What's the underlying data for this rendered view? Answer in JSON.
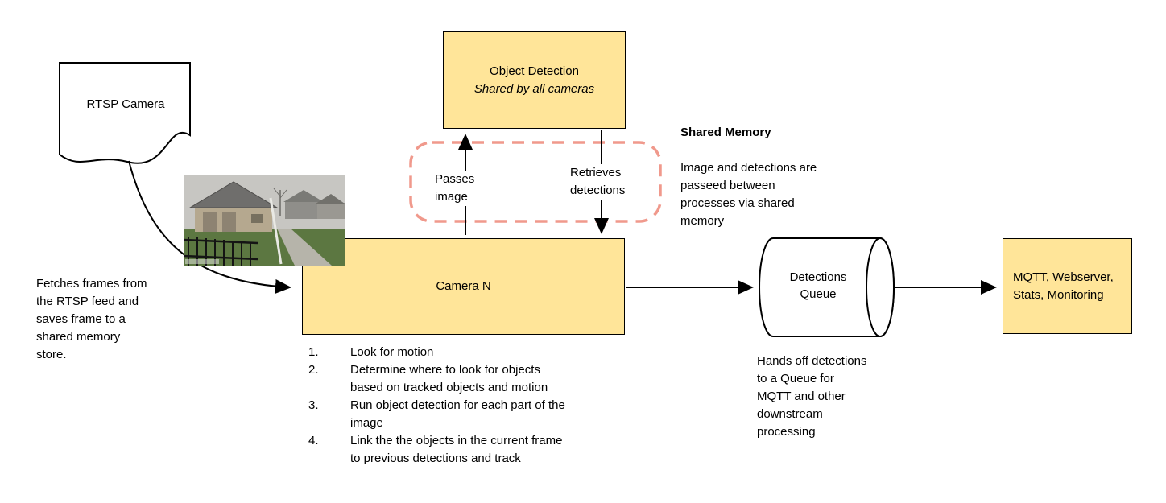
{
  "colors": {
    "node_fill": "#ffe599",
    "node_border": "#000000",
    "shared_memory_outline": "#f0998c",
    "arrow": "#000000"
  },
  "nodes": {
    "rtsp_camera": {
      "label": "RTSP Camera"
    },
    "object_detection": {
      "title": "Object Detection",
      "subtitle": "Shared by all cameras"
    },
    "camera_n": {
      "label": "Camera N"
    },
    "detections_queue": {
      "label": "Detections\nQueue"
    },
    "outputs": {
      "label": "MQTT, Webserver,\nStats, Monitoring"
    }
  },
  "flow_labels": {
    "passes_image": "Passes\nimage",
    "retrieves_detections": "Retrieves\ndetections"
  },
  "annotations": {
    "shared_memory": {
      "title": "Shared Memory",
      "body": "Image and detections are\npasseed between\nprocesses via shared\nmemory"
    },
    "fetch_note": "Fetches frames from\nthe RTSP feed and\nsaves frame to a\nshared memory\nstore.",
    "handoff_note": "Hands off detections\nto a Queue for\nMQTT and other\ndownstream\nprocessing",
    "camera_steps": [
      {
        "num": "1.",
        "text": "Look for motion"
      },
      {
        "num": "2.",
        "text": "Determine where to look for objects\nbased on tracked objects and motion"
      },
      {
        "num": "3.",
        "text": "Run object detection for each part of the\nimage"
      },
      {
        "num": "4.",
        "text": "Link the the objects in the current frame\nto previous detections and track"
      }
    ]
  }
}
